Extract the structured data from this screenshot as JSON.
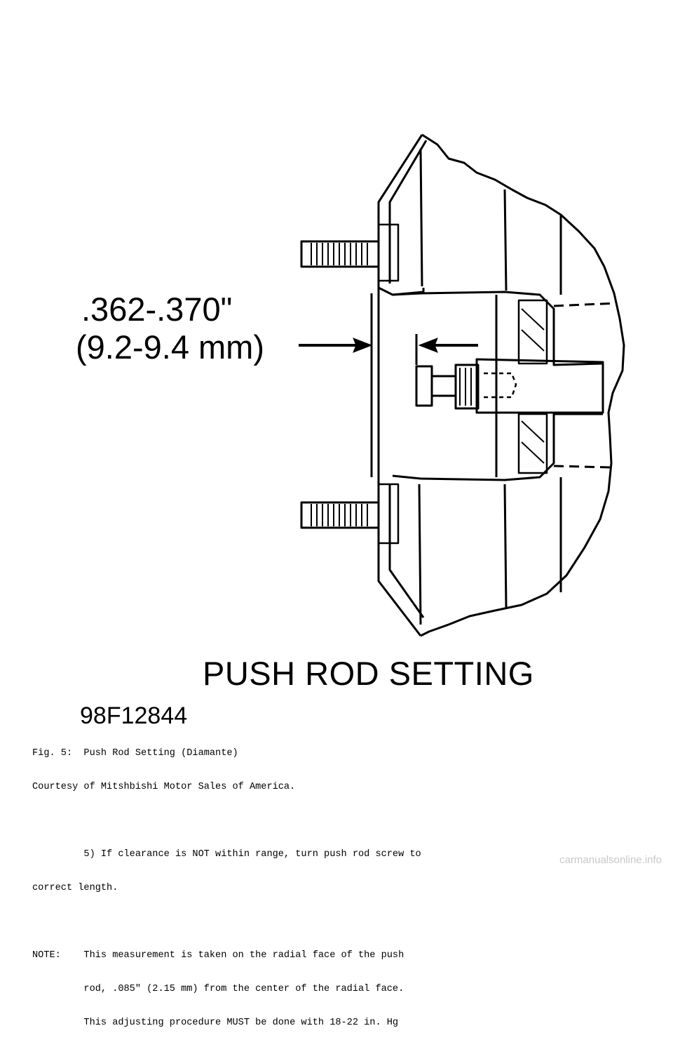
{
  "figure": {
    "dimension_in": ".362-.370\"",
    "dimension_mm": "(9.2-9.4 mm)",
    "title": "PUSH ROD SETTING",
    "code": "98F12844"
  },
  "text": {
    "caption": "Fig. 5:  Push Rod Setting (Diamante)",
    "courtesy": "Courtesy of Mitshbishi Motor Sales of America.",
    "step_line1": "         5) If clearance is NOT within range, turn push rod screw to",
    "step_line2": "correct length.",
    "note_line1": "NOTE:    This measurement is taken on the radial face of the push",
    "note_line2": "         rod, .085\" (2.15 mm) from the center of the radial face.",
    "note_line3": "         This adjusting procedure MUST be done with 18-22 in. Hg"
  },
  "footer": {
    "watermark": "carmanualsonline.info"
  }
}
